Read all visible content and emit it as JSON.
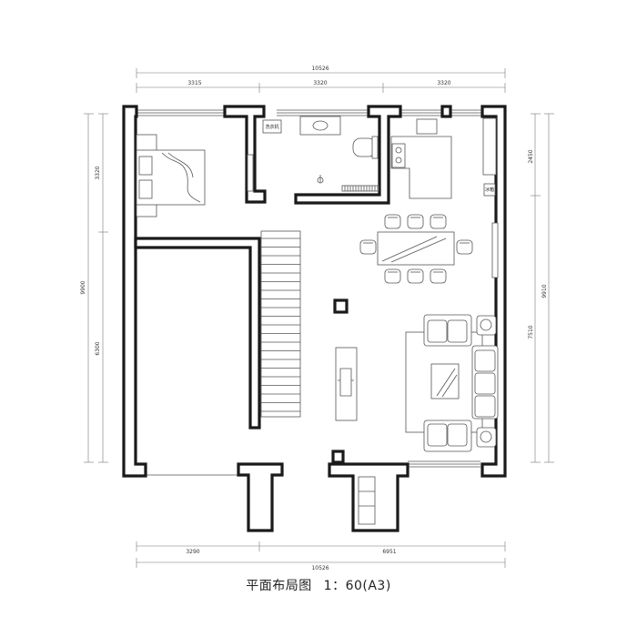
{
  "title": {
    "name": "平面布局图",
    "scale": "1：60(A3)"
  },
  "dimensions": {
    "top_total": "10526",
    "top_segment_1": "3315",
    "top_segment_2": "3320",
    "top_segment_3": "3320",
    "bottom_total": "10526",
    "bottom_segment_1": "3290",
    "bottom_segment_2": "6951",
    "left_total": "9900",
    "left_segment_1": "3320",
    "left_segment_2": "6300",
    "right_total": "9910",
    "right_segment_1": "2450",
    "right_segment_2": "7510"
  },
  "labels": {
    "washer": "洗衣机",
    "water_heater": "冰箱"
  }
}
